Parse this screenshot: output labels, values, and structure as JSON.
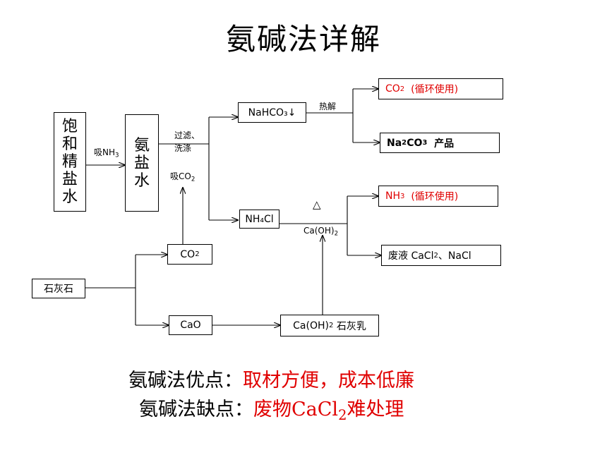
{
  "title": "氨碱法详解",
  "boxes": {
    "brine_chars": [
      "饱",
      "和",
      "精",
      "盐",
      "水"
    ],
    "ammonia_brine_chars": [
      "氨",
      "盐",
      "水"
    ],
    "nahco3": "NaHCO₃↓",
    "nh4cl": "NH₄Cl",
    "co2_recycle": {
      "formula": "CO",
      "sub": "2",
      "note": "(循环使用)"
    },
    "na2co3_product": {
      "formula": "Na",
      "sub1": "2",
      "mid": "CO",
      "sub2": "3",
      "note": "产品"
    },
    "nh3_recycle": {
      "formula": "NH",
      "sub": "3",
      "note": "(循环使用)"
    },
    "waste": {
      "prefix": "废液 CaCl",
      "sub": "2",
      "suffix": "、NaCl"
    },
    "limestone": "石灰石",
    "co2": {
      "formula": "CO",
      "sub": "2"
    },
    "cao": "CaO",
    "lime_milk": {
      "formula": "Ca(OH)",
      "sub": "2",
      "note": "石灰乳"
    }
  },
  "labels": {
    "absorb_nh3": {
      "text": "吸NH",
      "sub": "3"
    },
    "filter_wash_1": "过滤、",
    "filter_wash_2": "洗涤",
    "absorb_co2": {
      "text": "吸CO",
      "sub": "2"
    },
    "heat_decompose": "热解",
    "heat_symbol": "△",
    "caoh2": {
      "text": "Ca(OH)",
      "sub": "2"
    }
  },
  "advantages": {
    "label": "氨碱法优点：",
    "value": "取材方便，成本低廉"
  },
  "disadvantages": {
    "label": "氨碱法缺点：",
    "value_prefix": "废物CaCl",
    "value_sub": "2",
    "value_suffix": "难处理"
  },
  "colors": {
    "recycle": "#e00000",
    "text": "#000000"
  }
}
